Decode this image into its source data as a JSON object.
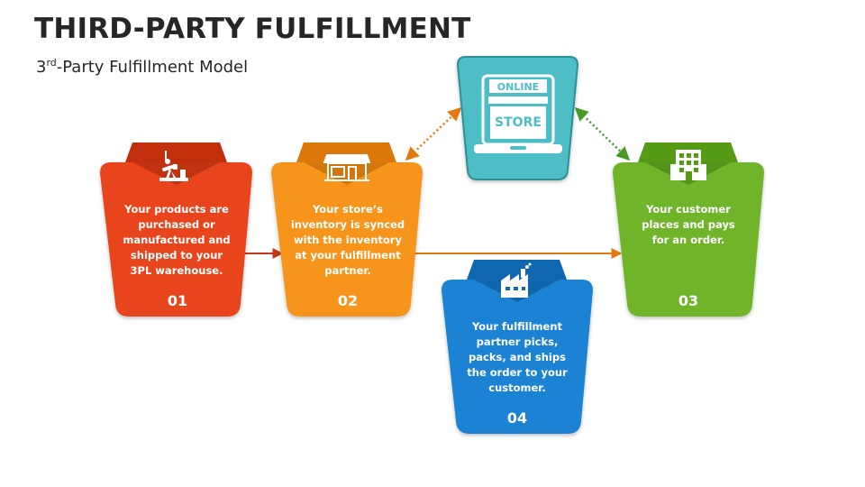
{
  "header": {
    "title": "THIRD-PARTY FULFILLMENT",
    "subtitle_prefix": "3",
    "subtitle_sup": "rd",
    "subtitle_rest": "-Party Fulfillment Model"
  },
  "colors": {
    "step1": "#e8441b",
    "step2": "#f7941d",
    "step3": "#6fb42c",
    "step4": "#1c83d4",
    "store": "#4dbdc6",
    "arrow_orange": "#e07a10",
    "arrow_red": "#c0391b",
    "arrow_green": "#4a9a2a"
  },
  "store": {
    "sign_label": "ONLINE",
    "board_label": "STORE",
    "icon": "storefront-laptop-icon"
  },
  "steps": [
    {
      "number": "01",
      "text": "Your products are purchased or manufactured and shipped to your 3PL warehouse.",
      "icon": "oil-pump-icon"
    },
    {
      "number": "02",
      "text": "Your store’s inventory is synced with the inventory at your fulfillment partner.",
      "icon": "shop-icon"
    },
    {
      "number": "03",
      "text": "Your customer places and pays for an order.",
      "icon": "building-icon"
    },
    {
      "number": "04",
      "text": "Your fulfillment partner picks, packs, and ships the order to your customer.",
      "icon": "factory-icon"
    }
  ]
}
